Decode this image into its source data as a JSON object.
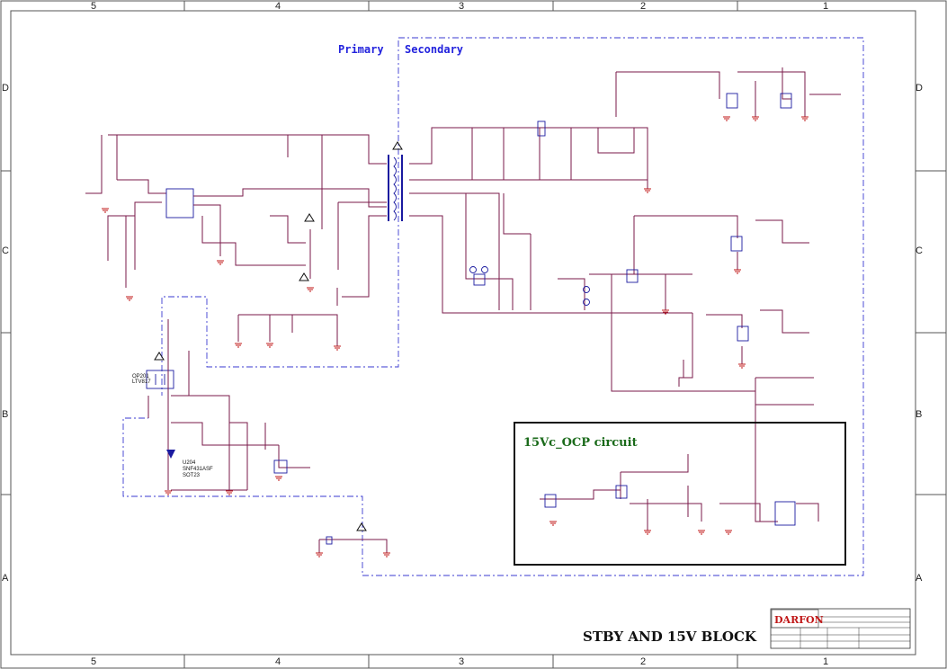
{
  "zones": {
    "columns": [
      "5",
      "4",
      "3",
      "2",
      "1"
    ],
    "rows": [
      "D",
      "C",
      "B",
      "A"
    ]
  },
  "regions": {
    "primary_label": "Primary",
    "secondary_label": "Secondary"
  },
  "ocp_box": {
    "title": "15Vc_OCP circuit"
  },
  "parts": {
    "u204_ref": "U204",
    "u204_part": "SNF431ASF",
    "u204_pkg": "SOT23",
    "opto_ref": "OP201",
    "opto_part": "LTV817"
  },
  "title_block": {
    "logo": "DARFON",
    "sheet_title": "STBY AND 15V BLOCK"
  }
}
